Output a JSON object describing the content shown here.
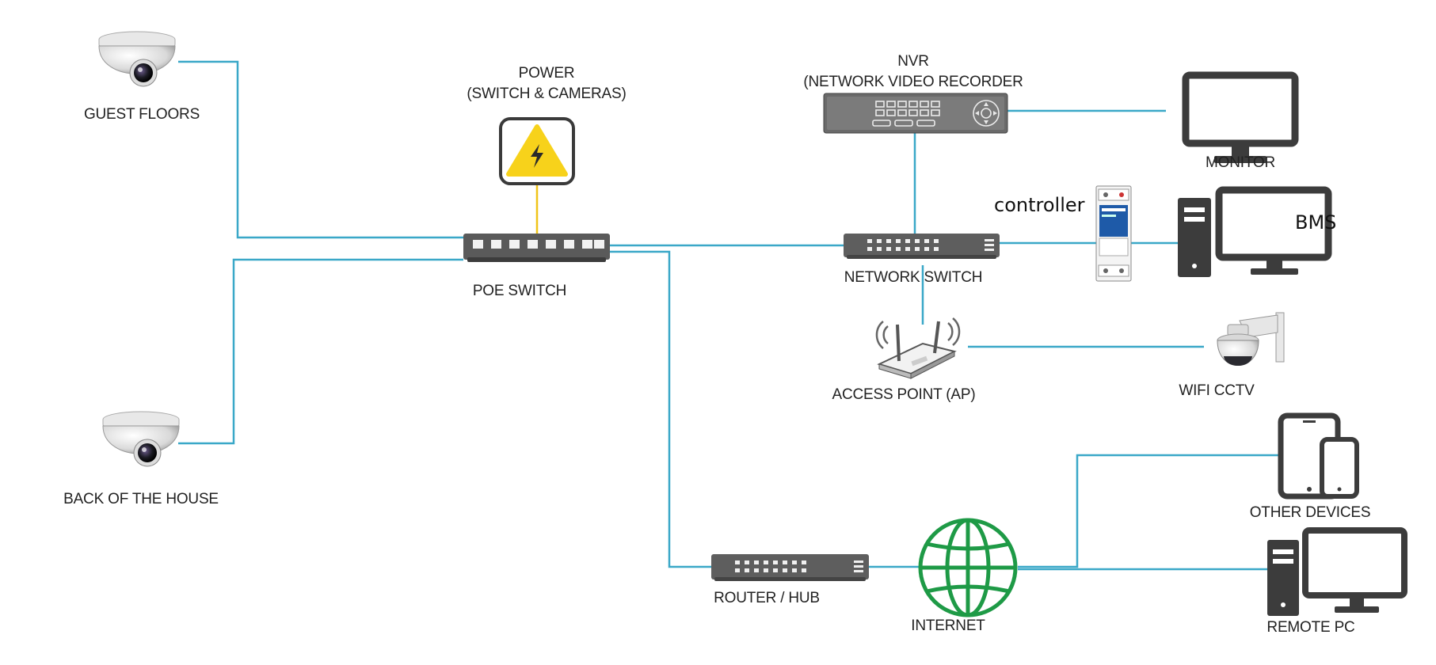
{
  "diagram": {
    "nodes": {
      "guest_floors": {
        "label": "GUEST FLOORS"
      },
      "back_of_house": {
        "label": "BACK OF THE HOUSE"
      },
      "power": {
        "label_line1": "POWER",
        "label_line2": "(SWITCH & CAMERAS)"
      },
      "poe_switch": {
        "label": "POE SWITCH"
      },
      "nvr": {
        "label_line1": "NVR",
        "label_line2": "(NETWORK VIDEO RECORDER"
      },
      "monitor": {
        "label": "MONITOR"
      },
      "controller": {
        "label": "controller"
      },
      "bms": {
        "label": "BMS"
      },
      "network_switch": {
        "label": "NETWORK SWITCH"
      },
      "access_point": {
        "label": "ACCESS POINT (AP)"
      },
      "wifi_cctv": {
        "label": "WIFI CCTV"
      },
      "router_hub": {
        "label": "ROUTER / HUB"
      },
      "internet": {
        "label": "INTERNET"
      },
      "other_devices": {
        "label": "OTHER DEVICES"
      },
      "remote_pc": {
        "label": "REMOTE PC"
      }
    },
    "colors": {
      "link": "#3aa8c8",
      "power_link": "#f0c419",
      "device_gray": "#5a5a5a",
      "internet_green": "#1e9a46",
      "power_yellow": "#f7d21b"
    }
  }
}
